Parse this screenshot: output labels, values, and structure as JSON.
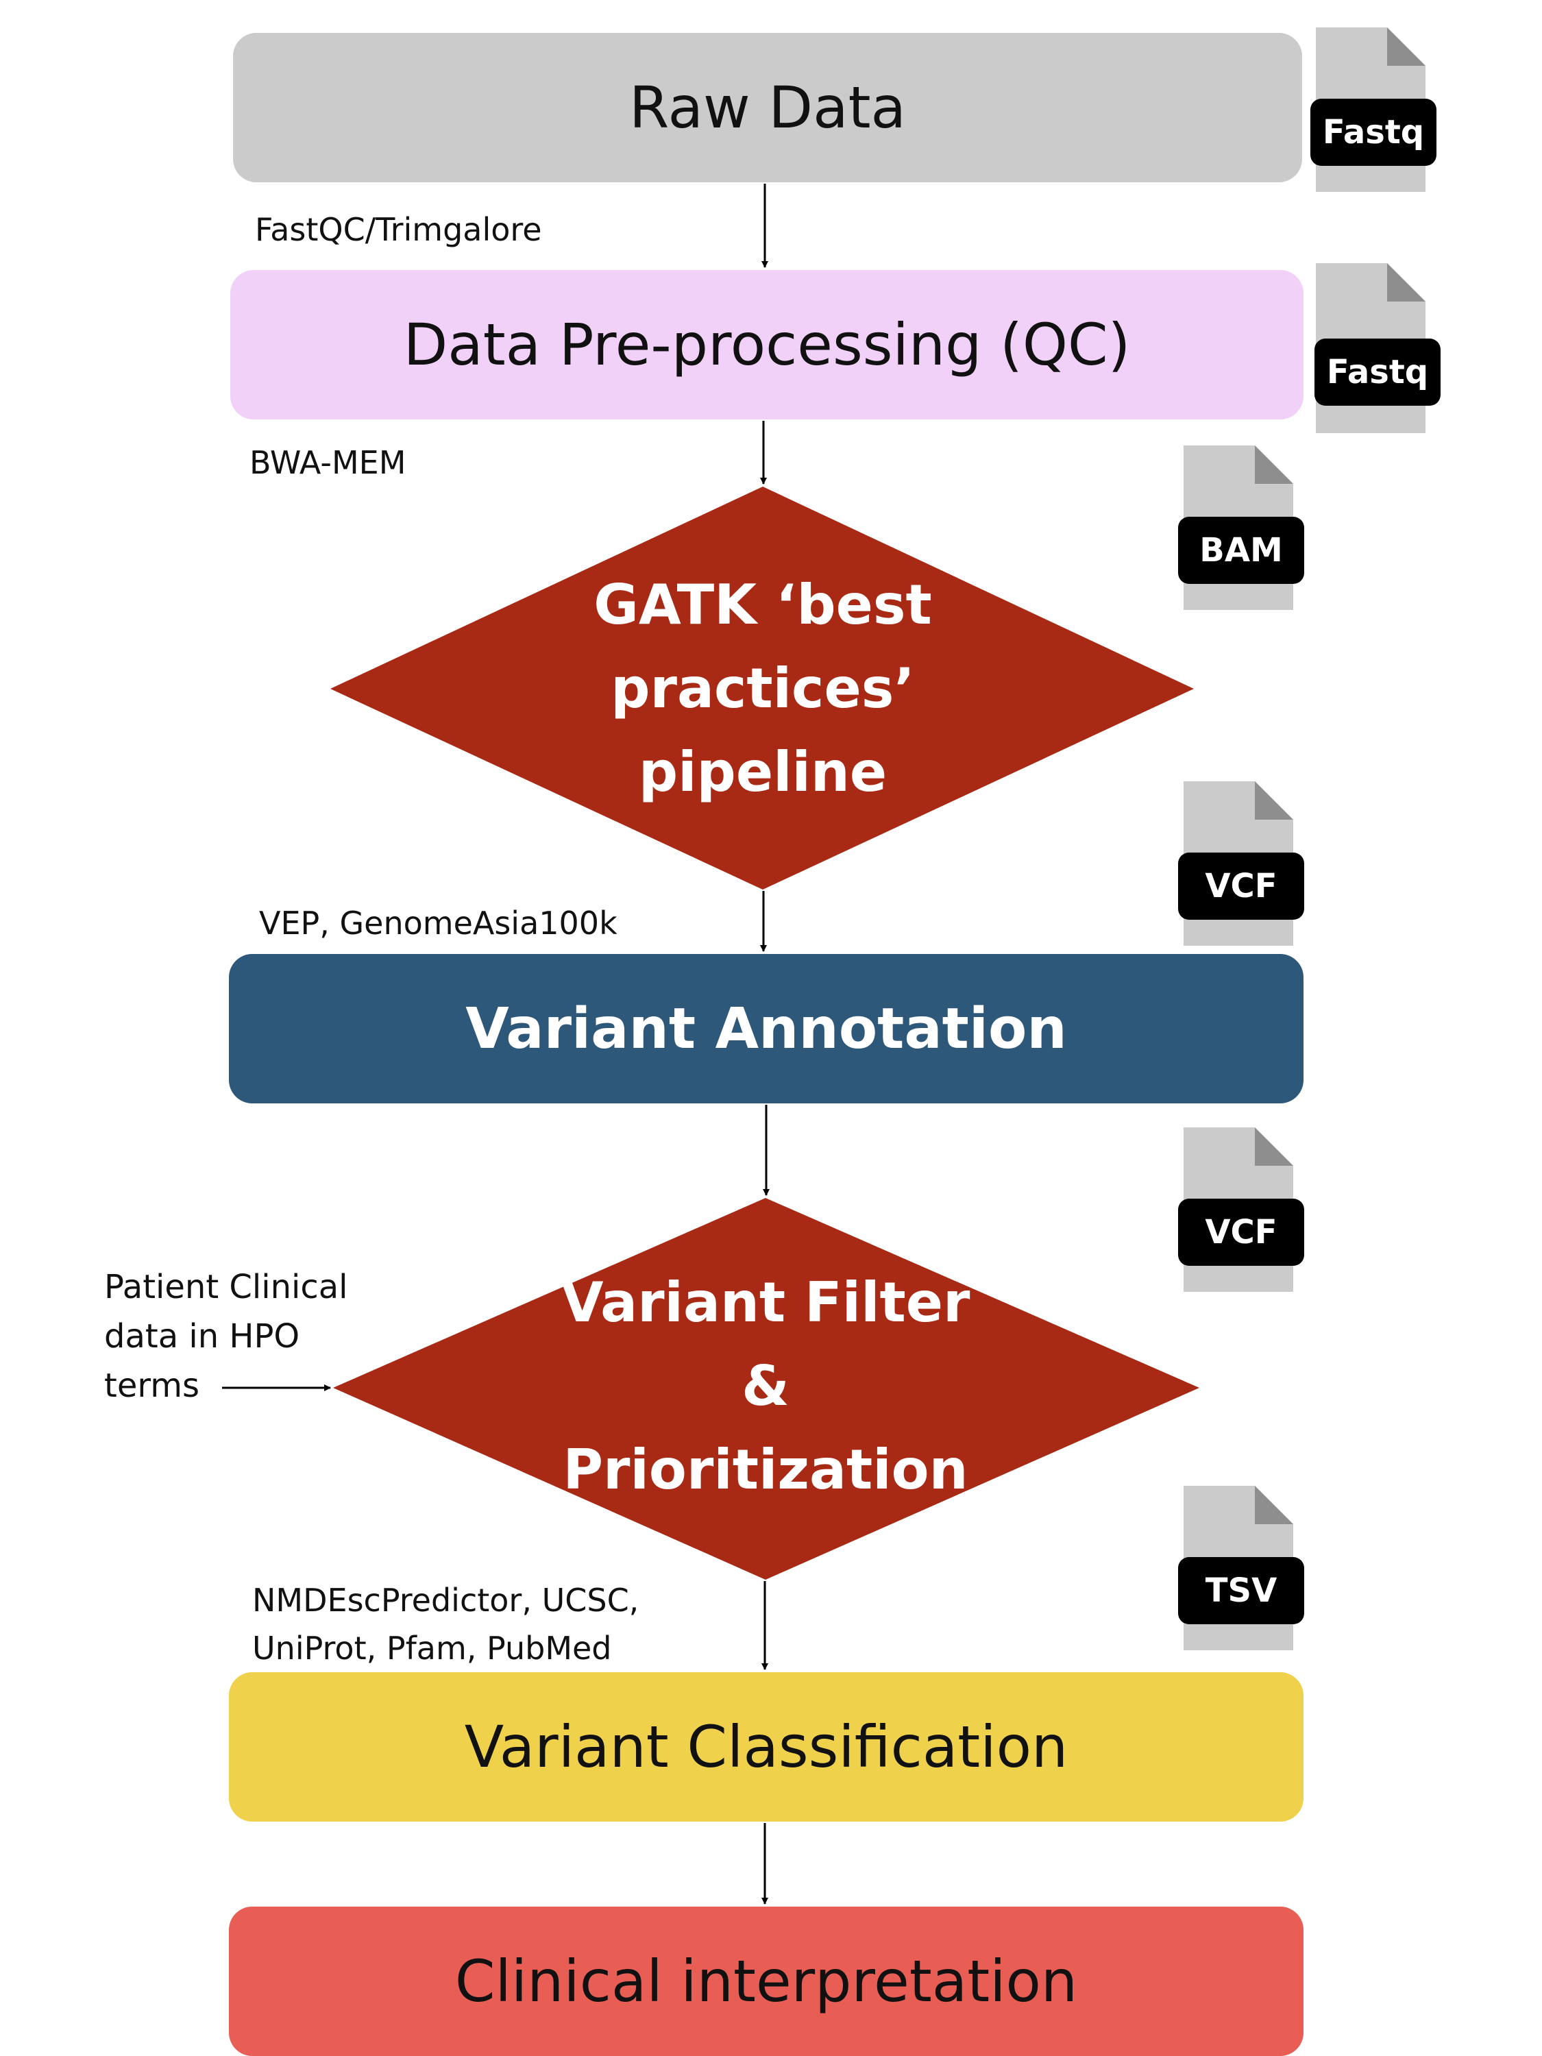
{
  "steps": {
    "raw": "Raw Data",
    "qc": "Data Pre-processing (QC)",
    "annotation": "Variant Annotation",
    "classification": "Variant Classification",
    "clinical": "Clinical interpretation"
  },
  "decisions": {
    "gatk": [
      "GATK ‘best",
      "practices’",
      "pipeline"
    ],
    "filter": [
      "Variant Filter",
      "&",
      "Prioritization"
    ]
  },
  "tools": {
    "qc": "FastQC/Trimgalore",
    "align": "BWA-MEM",
    "annotate": "VEP, GenomeAsia100k",
    "classify_1": "NMDEscPredictor, UCSC,",
    "classify_2": "UniProt, Pfam, PubMed"
  },
  "side_input": [
    "Patient Clinical",
    "data in HPO",
    "terms"
  ],
  "files": {
    "raw": "Fastq",
    "qc": "Fastq",
    "gatk": "BAM",
    "gatk_out": "VCF",
    "annotation": "VCF",
    "filter": "TSV"
  },
  "colors": {
    "raw": "#cbcbcb",
    "qc": "#f2d1f9",
    "decision": "#a82a14",
    "annotation": "#2e5879",
    "classification": "#f0d14c",
    "clinical": "#e85e55"
  }
}
